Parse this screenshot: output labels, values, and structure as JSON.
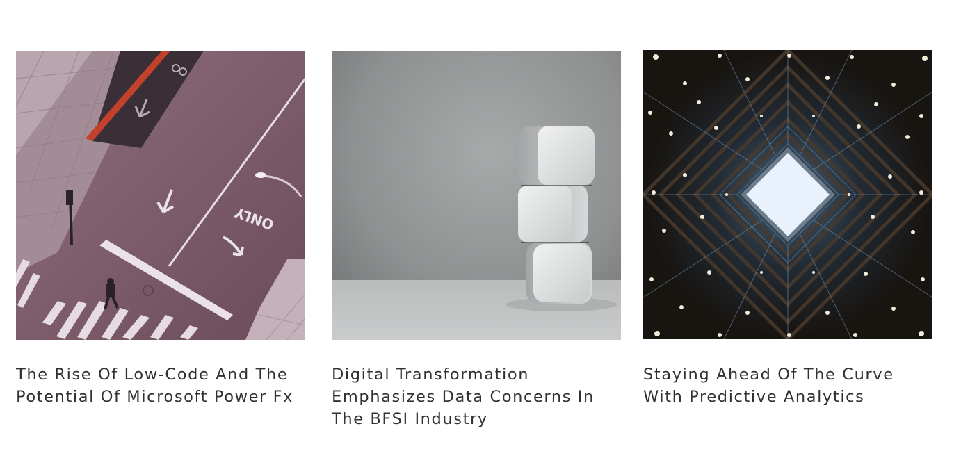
{
  "posts": [
    {
      "title": "The Rise Of Low-Code And The Potential Of Microsoft Power Fx",
      "image": "aerial-street-crosswalk",
      "road_marking": "ONLY"
    },
    {
      "title": "Digital Transformation Emphasizes Data Concerns In The BFSI Industry",
      "image": "stacked-white-cubes"
    },
    {
      "title": "Staying Ahead Of The Curve With Predictive Analytics",
      "image": "building-atrium-looking-up"
    }
  ]
}
